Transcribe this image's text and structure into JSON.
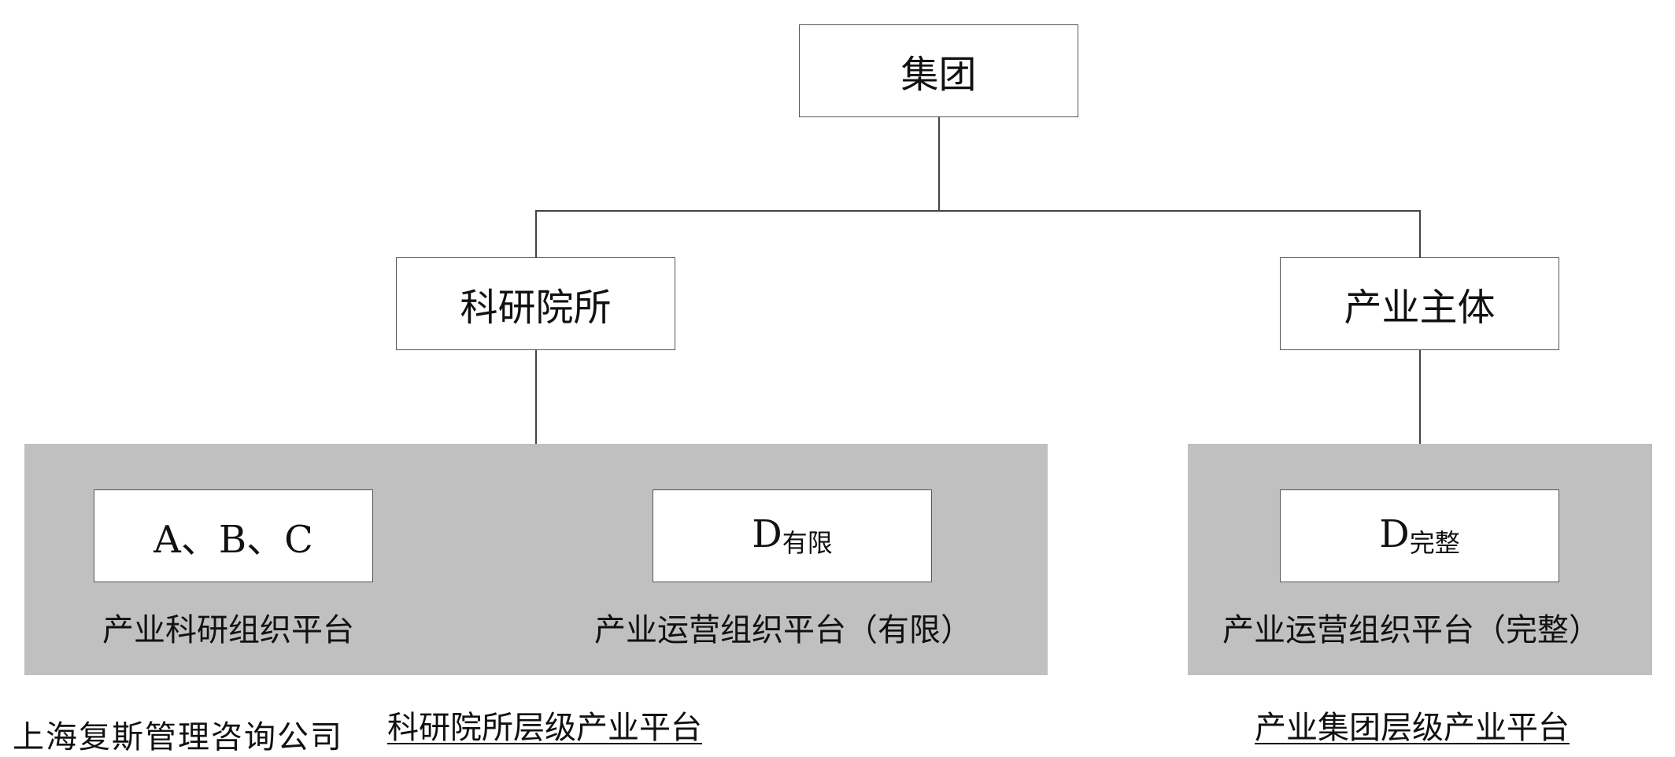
{
  "root": {
    "label": "集团"
  },
  "branches": {
    "left": {
      "label": "科研院所"
    },
    "right": {
      "label": "产业主体"
    }
  },
  "platforms": {
    "abc": {
      "label": "A、B、C",
      "caption": "产业科研组织平台"
    },
    "d_limited": {
      "label_main": "D",
      "label_sub": "有限",
      "caption": "产业运营组织平台（有限）"
    },
    "d_full": {
      "label_main": "D",
      "label_sub": "完整",
      "caption": "产业运营组织平台（完整）"
    }
  },
  "level_labels": {
    "institute": "科研院所层级产业平台",
    "group": "产业集团层级产业平台"
  },
  "watermark": "上海复斯管理咨询公司"
}
